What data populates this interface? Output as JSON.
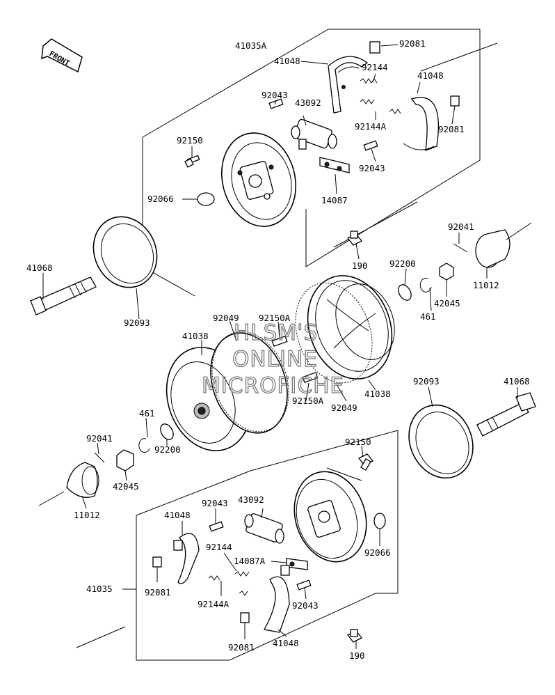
{
  "front_arrow": {
    "label": "FRONT"
  },
  "watermark": {
    "lines": [
      "HLSM'S",
      "ONLINE",
      "MICROFICHE"
    ]
  },
  "labels": {
    "top": {
      "a41035A": "41035A",
      "a92081_1": "92081",
      "a41048_1": "41048",
      "a92144": "92144",
      "a41048_2": "41048",
      "a92043_1": "92043",
      "a43092": "43092",
      "a92144A": "92144A",
      "a92081_2": "92081",
      "a92150": "92150",
      "a92043_2": "92043",
      "a14087": "14087",
      "a92066": "92066"
    },
    "mid": {
      "a92041_r": "92041",
      "a190_top": "190",
      "a92200_r": "92200",
      "a11012_r": "11012",
      "a41068_l": "41068",
      "a42045_r": "42045",
      "a461_r": "461",
      "a92093_l": "92093",
      "a92049_a": "92049",
      "a92150A_a": "92150A",
      "a41038_l": "41038",
      "a41038_r": "41038",
      "a92150A_b": "92150A",
      "a92049_b": "92049",
      "a92093_r": "92093",
      "a41068_r": "41068",
      "a461_l": "461",
      "a92041_l": "92041",
      "a92200_l": "92200",
      "a42045_l": "42045",
      "a11012_l": "11012"
    },
    "bottom": {
      "a92150": "92150",
      "a92043_1": "92043",
      "a43092": "43092",
      "a41048_1": "41048",
      "a92066": "92066",
      "a92144": "92144",
      "a14087A": "14087A",
      "a41035": "41035",
      "a92081_1": "92081",
      "a92144A": "92144A",
      "a92043_2": "92043",
      "a92081_2": "92081",
      "a41048_2": "41048",
      "a190": "190"
    }
  }
}
